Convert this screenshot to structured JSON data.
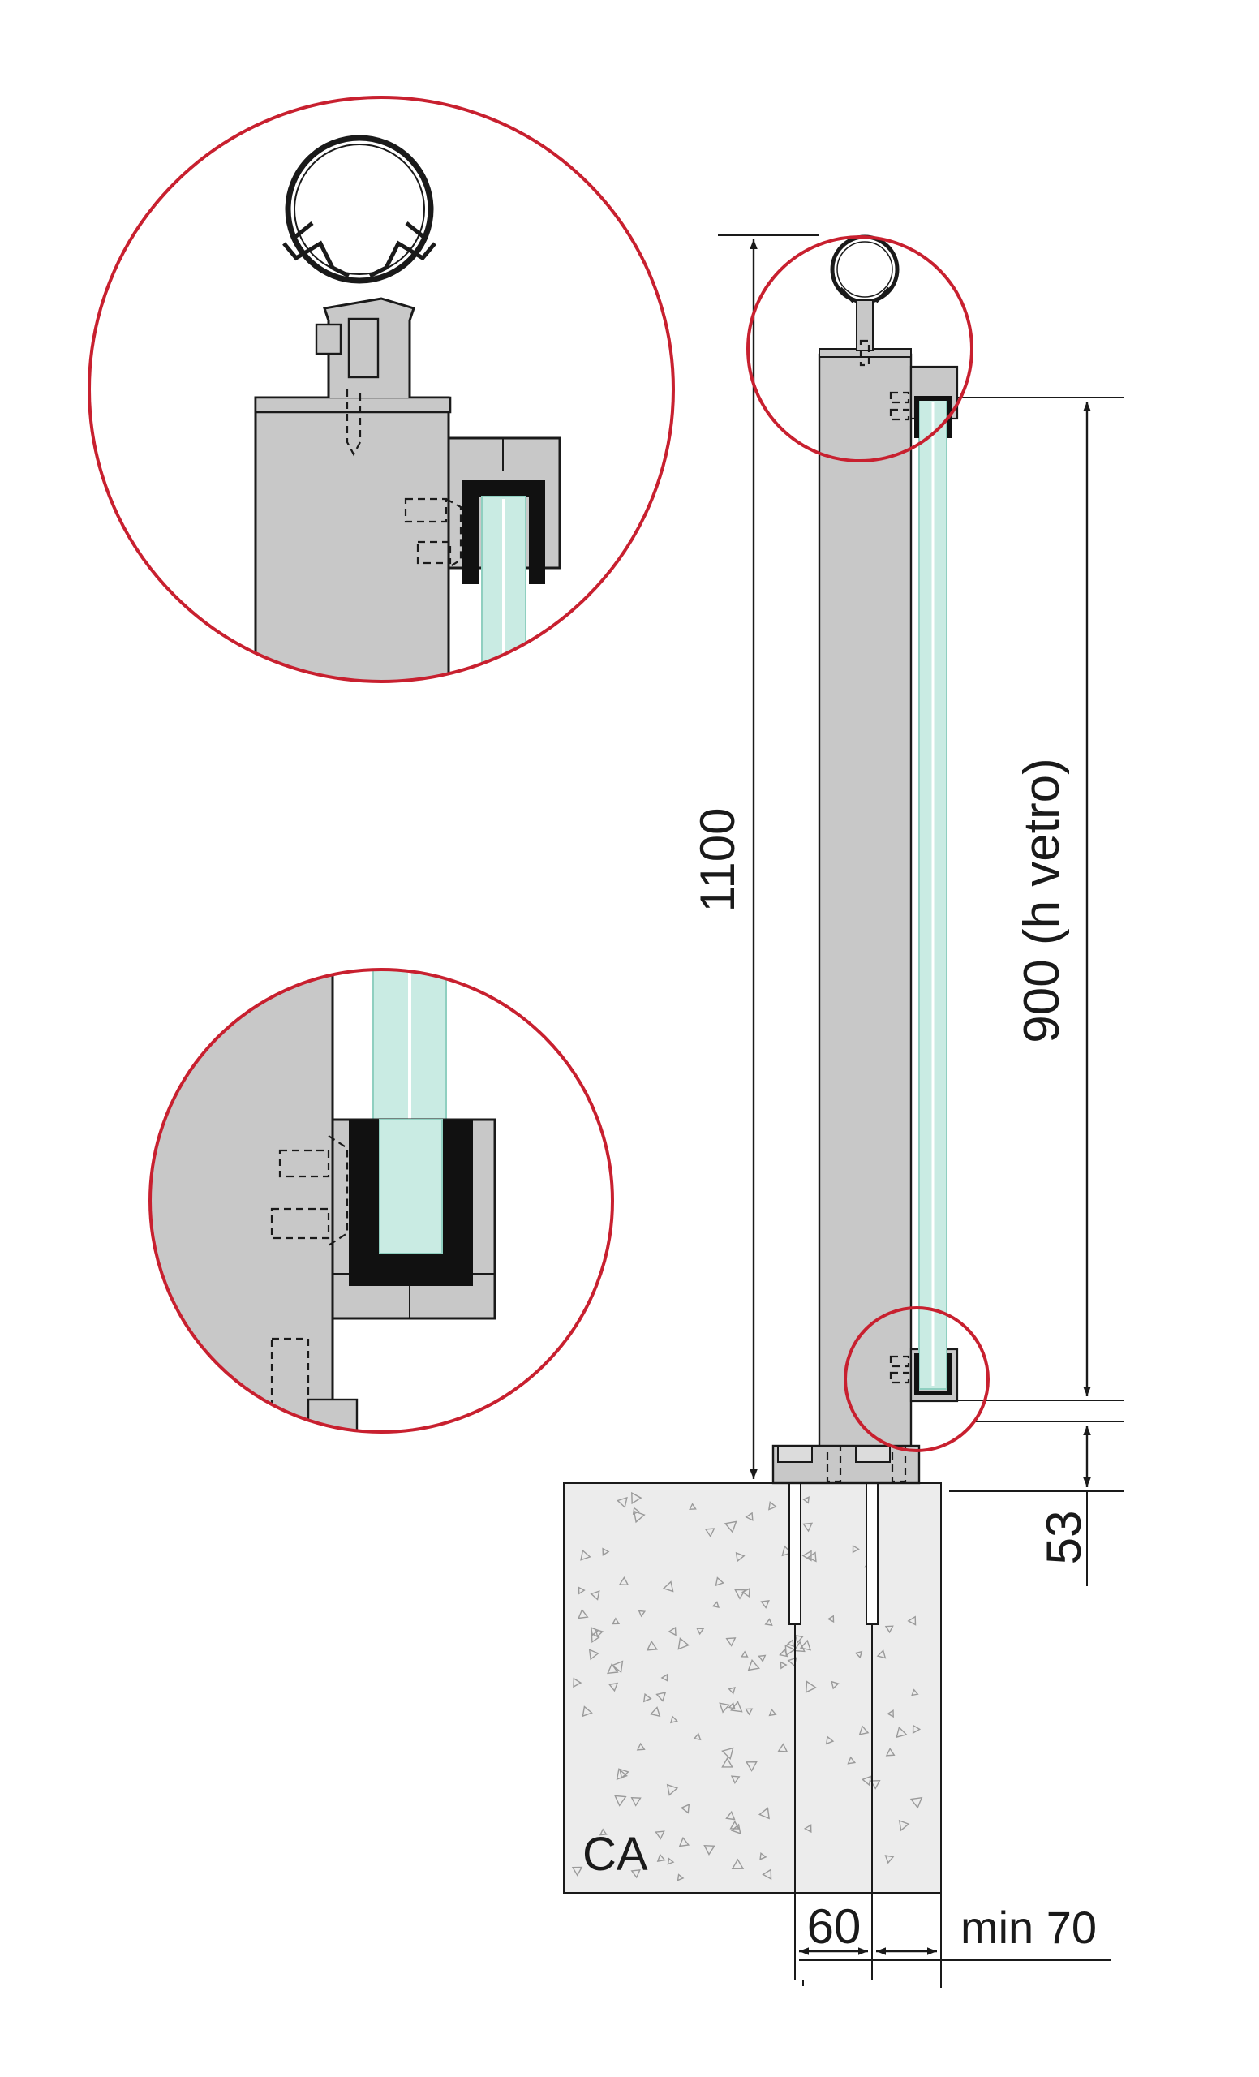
{
  "dimensions": {
    "overall_height": "1100",
    "glass_height": "900 (h vetro)",
    "bottom_gap": "53",
    "anchor_spacing": "60",
    "edge_distance": "min 70"
  },
  "labels": {
    "concrete": "CA"
  },
  "colors": {
    "detail_circle": "#c8202f",
    "post_fill": "#c8c8c8",
    "glass_fill": "#c9ebe3",
    "glass_edge": "#8fcfc0",
    "gasket": "#111111",
    "concrete_fill": "#ececec",
    "line": "#1a1a1a"
  }
}
